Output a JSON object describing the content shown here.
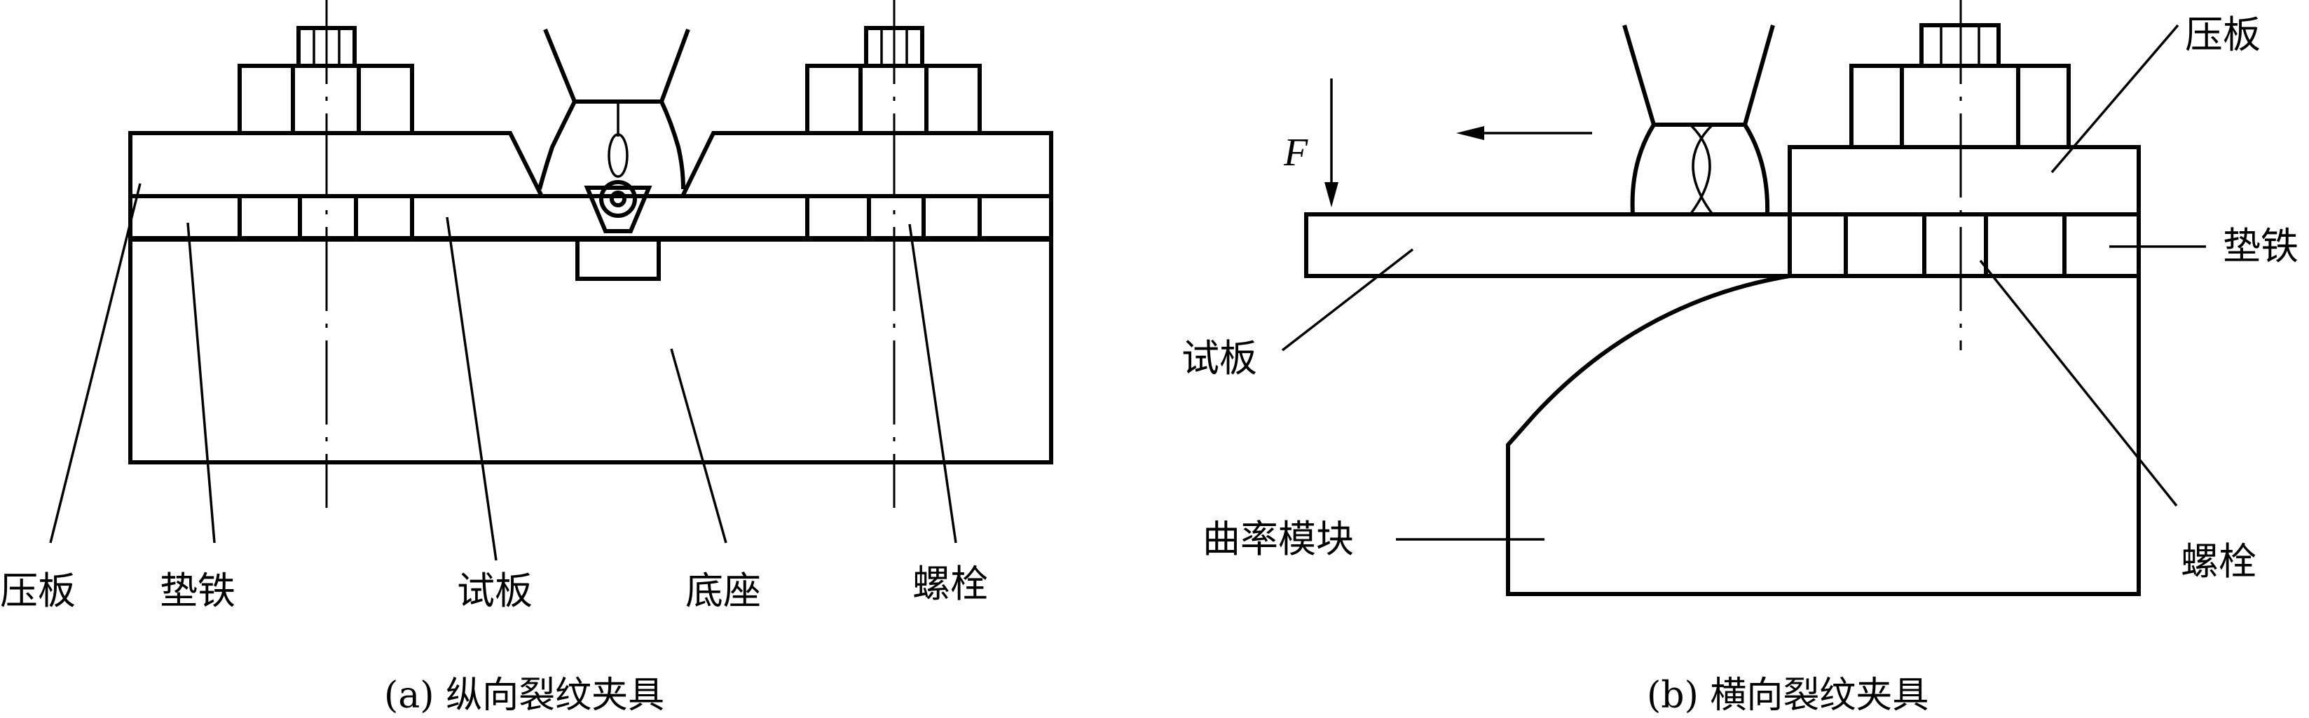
{
  "figure_a": {
    "caption": "(a) 纵向裂纹夹具",
    "labels": {
      "pressure_plate": "压板",
      "shim": "垫铁",
      "test_plate": "试板",
      "base": "底座",
      "bolt": "螺栓"
    }
  },
  "figure_b": {
    "caption": "(b) 横向裂纹夹具",
    "labels": {
      "pressure_plate": "压板",
      "shim": "垫铁",
      "test_plate": "试板",
      "curvature_block": "曲率模块",
      "bolt": "螺栓",
      "force": "F"
    }
  }
}
